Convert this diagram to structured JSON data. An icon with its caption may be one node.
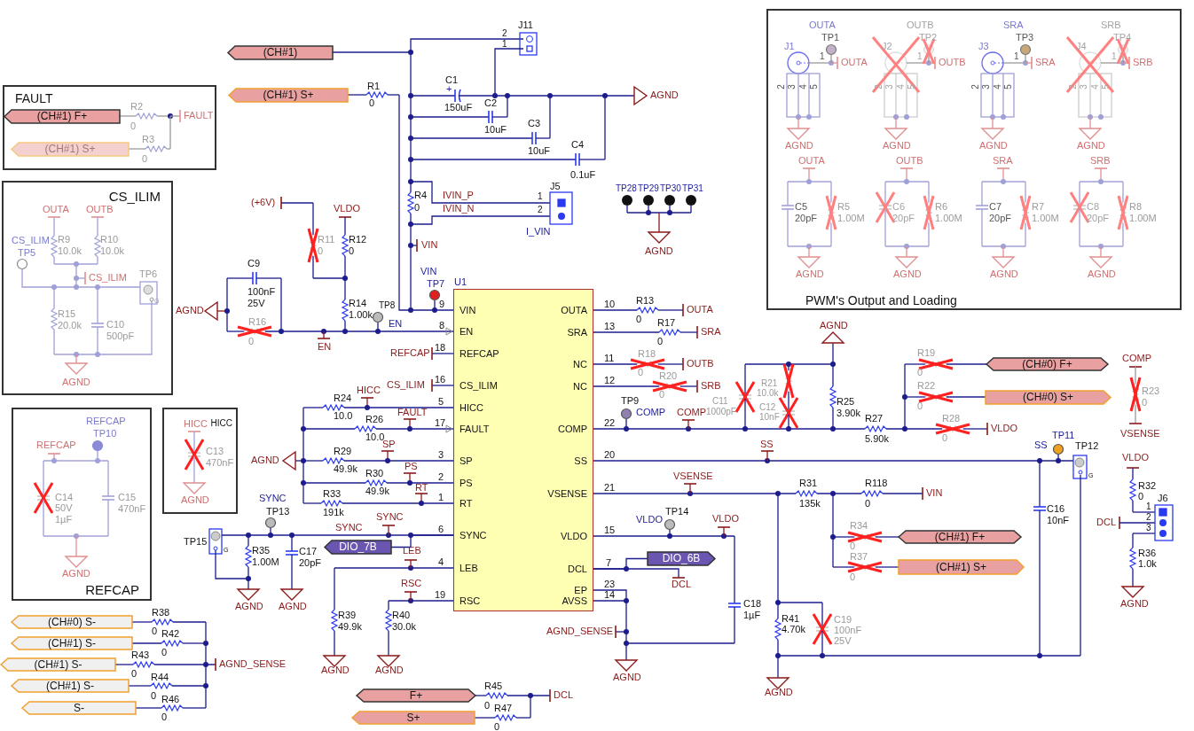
{
  "diagram": {
    "nodes": [
      {
        "text": [
          "(CH#1)"
        ]
      },
      {
        "text": [
          "(CH#1) S+"
        ]
      },
      {
        "text": [
          "FAULT"
        ]
      },
      {
        "text": [
          "(CH#1) F+"
        ],
        "in": 2
      },
      {
        "text": [
          "(CH#1) S+"
        ],
        "in": 2
      },
      {
        "text": [
          "CS_ILIM"
        ]
      },
      {
        "text": [
          "REFCAP"
        ]
      },
      {
        "text": [
          "HICC"
        ]
      },
      {
        "text": [
          "PWM's Output and Loading"
        ]
      },
      {
        "text": [
          "U1",
          "VIN",
          "EN",
          "REFCAP",
          "CS_ILIM",
          "HICC",
          "FAULT",
          "SP",
          "PS",
          "RT",
          "SYNC",
          "LEB",
          "RSC",
          "OUTA",
          "SRA",
          "NC",
          "NC",
          "COMP",
          "SS",
          "VSENSE",
          "VLDO",
          "DCL",
          "EP",
          "AVSS"
        ]
      },
      {
        "text": [
          "DIO_7B"
        ]
      },
      {
        "text": [
          "DIO_6B"
        ]
      },
      {
        "text": [
          "(CH#0) F+"
        ]
      },
      {
        "text": [
          "(CH#0) S+"
        ]
      },
      {
        "text": [
          "(CH#1) F+"
        ]
      },
      {
        "text": [
          "(CH#1) S+"
        ]
      },
      {
        "text": [
          "(CH#0) S-"
        ]
      },
      {
        "text": [
          "(CH#1) S-"
        ]
      },
      {
        "text": [
          "(CH#1) S-"
        ]
      },
      {
        "text": [
          "(CH#1) S-"
        ]
      },
      {
        "text": [
          "S-"
        ]
      },
      {
        "text": [
          "F+"
        ]
      },
      {
        "text": [
          "S+"
        ]
      }
    ],
    "edges": [
      {
        "from": 10,
        "to": 9,
        "arrow": "none"
      },
      {
        "from": 11,
        "to": 9,
        "arrow": "none"
      }
    ],
    "labels": [
      "R1",
      "0",
      "2",
      "1",
      "J11",
      "C1",
      "+",
      "150uF",
      "C2",
      "10uF",
      "C3",
      "10uF",
      "C4",
      "0.1uF",
      "AGND",
      "R2",
      "0",
      "FAULT",
      "R3",
      "0",
      "OUTA",
      "OUTB",
      "CS_ILIM",
      "TP5",
      "R9",
      "10.0k",
      "R10",
      "10.0k",
      "CS_ILIM",
      "TP6",
      "R15",
      "20.0k",
      "C10",
      "500pF",
      "AGND",
      "(+6V)",
      "R11",
      "0",
      "VLDO",
      "R12",
      "0",
      "C9",
      "100nF",
      "25V",
      "AGND",
      "R16",
      "0",
      "EN",
      "R14",
      "1.00k",
      "TP8",
      "EN",
      "R4",
      "0",
      "IVIN_P",
      "IVIN_N",
      "1",
      "2",
      "J5",
      "I_VIN",
      "VIN",
      "VIN",
      "TP7",
      "TP28",
      "TP29",
      "TP30",
      "TP31",
      "AGND",
      "9",
      "8",
      "REFCAP",
      "18",
      "CS_ILIM",
      "16",
      "R24",
      "HICC",
      "10.0",
      "5",
      "R26",
      "FAULT",
      "10.0",
      "17",
      "AGND",
      "R29",
      "SP",
      "49.9k",
      "3",
      "R30",
      "PS",
      "49.9k",
      "2",
      "RT",
      "R33",
      "191k",
      "SYNC",
      "1",
      "TP13",
      "TP15",
      "SYNC",
      "SYNC",
      "6",
      "R35",
      "1.00M",
      "C17",
      "20pF",
      "LEB",
      "4",
      "AGND",
      "AGND",
      "RSC",
      "19",
      "R39",
      "49.9k",
      "R40",
      "30.0k",
      "AGND",
      "AGND",
      "10",
      "R13",
      "0",
      "OUTA",
      "13",
      "R17",
      "0",
      "SRA",
      "11",
      "R18",
      "0",
      "OUTB",
      "12",
      "R20",
      "0",
      "SRB",
      "TP9",
      "COMP",
      "COMP",
      "22",
      "20",
      "21",
      "VSENSE",
      "SS",
      "TP14",
      "VLDO",
      "VLDO",
      "15",
      "7",
      "23",
      "14",
      "DCL",
      "AGND_SENSE",
      "AGND",
      "C18",
      "1µF",
      "AGND",
      "C11",
      "1000pF",
      "R21",
      "10.0k",
      "C12",
      "10nF",
      "R25",
      "3.90k",
      "R27",
      "5.90k",
      "R19",
      "0",
      "R22",
      "0",
      "R28",
      "0",
      "VLDO",
      "COMP",
      "R23",
      "0",
      "VSENSE",
      "SS",
      "TP11",
      "TP12",
      "R31",
      "135k",
      "R118",
      "0",
      "VIN",
      "R34",
      "0",
      "R37",
      "0",
      "C16",
      "10nF",
      "R41",
      "4.70k",
      "C19",
      "100nF",
      "25V",
      "AGND",
      "VLDO",
      "R32",
      "0",
      "J6",
      "1",
      "2",
      "DCL",
      "3",
      "R36",
      "1.0k",
      "AGND",
      "R38",
      "0",
      "R42",
      "R43",
      "0",
      "0",
      "AGND_SENSE",
      "R44",
      "0",
      "R46",
      "0",
      "R45",
      "0",
      "DCL",
      "R47",
      "0",
      "REFCAP",
      "TP10",
      "REFCAP",
      "C14",
      "50V",
      "1µF",
      "C15",
      "470nF",
      "AGND",
      "HICC",
      "C13",
      "470nF",
      "AGND",
      "G",
      "G",
      "G",
      "OUTA",
      "TP1",
      "J1",
      "1",
      "OUTA",
      "2",
      "3",
      "4",
      "5",
      "AGND",
      "OUTA",
      "C5",
      "20pF",
      "R5",
      "1.00M",
      "AGND",
      "OUTB",
      "TP2",
      "J2",
      "1",
      "OUTB",
      "2",
      "3",
      "4",
      "5",
      "AGND",
      "OUTB",
      "C6",
      "20pF",
      "R6",
      "1.00M",
      "AGND",
      "SRA",
      "TP3",
      "J3",
      "1",
      "SRA",
      "2",
      "3",
      "4",
      "5",
      "AGND",
      "SRA",
      "C7",
      "20pF",
      "R7",
      "1.00M",
      "AGND",
      "SRB",
      "TP4",
      "J4",
      "1",
      "SRB",
      "2",
      "3",
      "4",
      "5",
      "AGND",
      "SRB",
      "C8",
      "20pF",
      "R8",
      "1.00M",
      "AGND"
    ]
  }
}
